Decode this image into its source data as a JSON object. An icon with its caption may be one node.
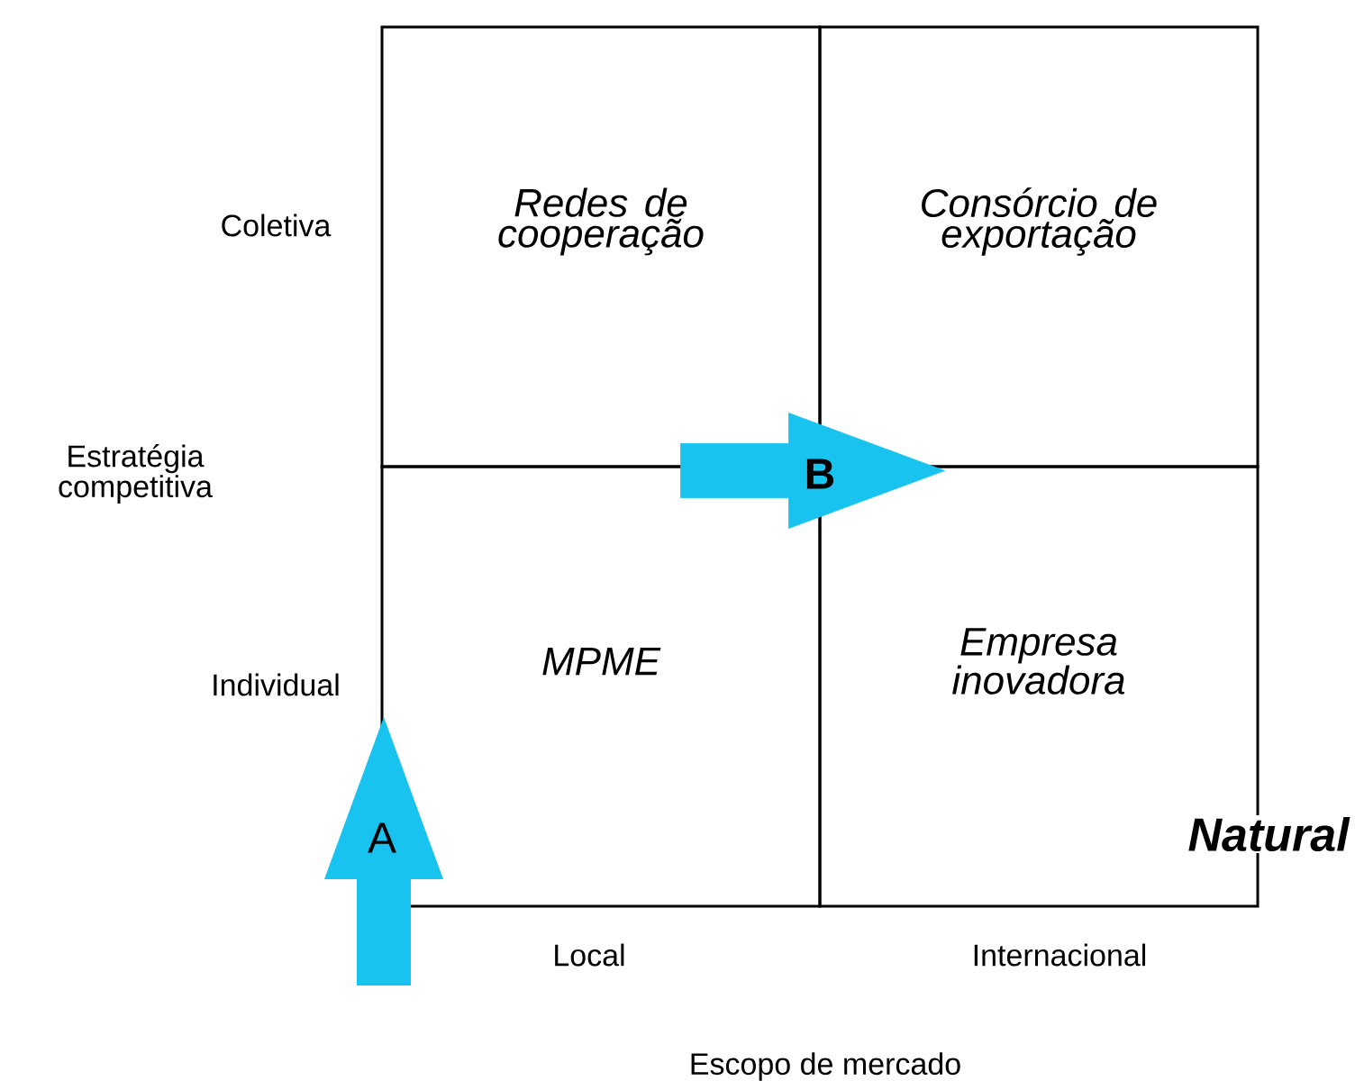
{
  "diagram": {
    "nodes": [
      {
        "text": [
          "Redes de cooperação"
        ]
      },
      {
        "text": [
          "Consórcio de exportação"
        ]
      },
      {
        "text": [
          "MPME"
        ]
      },
      {
        "text": [
          "Empresa inovadora"
        ]
      }
    ],
    "edges": [
      {
        "from": 2,
        "to": 3,
        "arrow": "to",
        "label": "B"
      }
    ],
    "labels": [
      "Coletiva",
      "Estratégia competitiva",
      "Individual",
      "Natural",
      "A",
      "Local",
      "Internacional",
      "Escopo de mercado"
    ]
  }
}
